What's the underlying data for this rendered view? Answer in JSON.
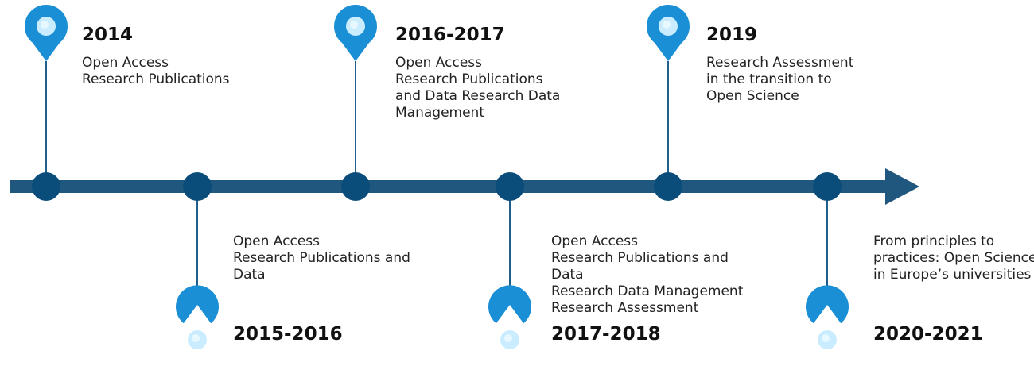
{
  "colors": {
    "arrow": "#20577e",
    "node": "#0b4d7a",
    "stem": "#1f5f8b",
    "pin": "#1a8fd6",
    "pin_inner": "#c9ecff"
  },
  "milestones": [
    {
      "year": "2014",
      "lines": [
        "Open Access",
        "Research Publications"
      ]
    },
    {
      "year": "2015-2016",
      "lines": [
        "Open Access",
        "Research Publications and",
        "Data"
      ]
    },
    {
      "year": "2016-2017",
      "lines": [
        "Open Access",
        "Research Publications",
        "and Data Research Data",
        "Management"
      ]
    },
    {
      "year": "2017-2018",
      "lines": [
        "Open Access",
        "Research Publications and",
        "Data",
        "Research Data Management",
        "Research Assessment"
      ]
    },
    {
      "year": "2019",
      "lines": [
        "Research Assessment",
        "in the transition to",
        "Open Science"
      ]
    },
    {
      "year": "2020-2021",
      "lines": [
        "From principles to",
        "practices: Open Science",
        "in Europe’s universities"
      ]
    }
  ]
}
